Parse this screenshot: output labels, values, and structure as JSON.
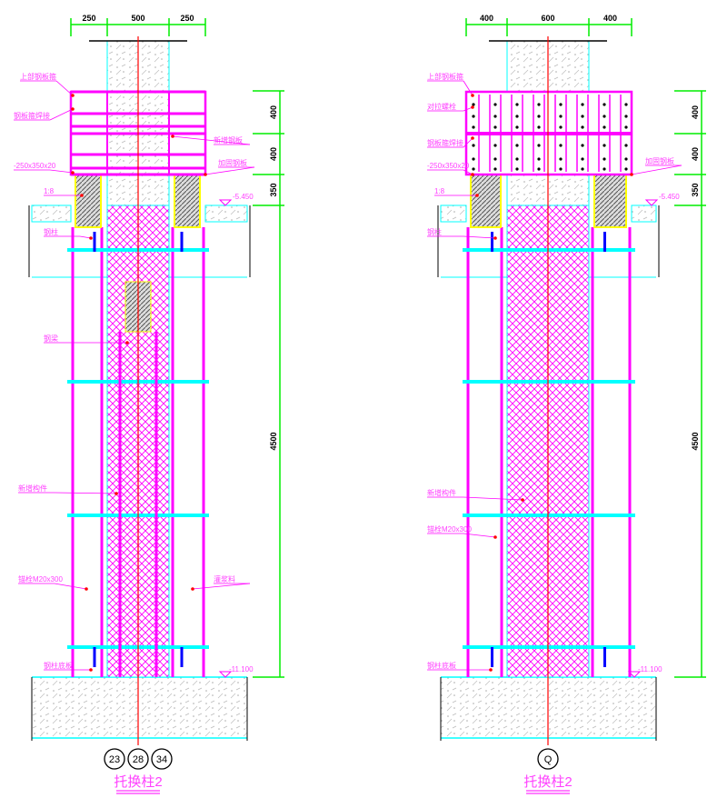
{
  "colors": {
    "magenta": "#ff00ff",
    "cyan": "#00ffff",
    "green": "#00ee00",
    "red": "#ff0000",
    "yellow": "#ffff00",
    "blue": "#0000ff"
  },
  "left": {
    "title": "托换柱2",
    "axis_bubbles": [
      "23",
      "28",
      "34"
    ],
    "dims_top": [
      "250",
      "500",
      "250"
    ],
    "dims_right": [
      "400",
      "400",
      "350",
      "4500"
    ],
    "elev_top": "-5.450",
    "elev_bottom": "-11.100",
    "labels": [
      "上部钢板箍",
      "钢板箍焊接",
      "-250x350x20",
      "1:8",
      "新增钢板",
      "加固钢板",
      "钢柱",
      "钢梁",
      "新增构件",
      "锚栓M20x300",
      "钢柱底板",
      "灌浆料"
    ]
  },
  "right": {
    "title": "托换柱2",
    "axis_bubbles": [
      "Q"
    ],
    "dims_top": [
      "400",
      "600",
      "400"
    ],
    "dims_right": [
      "400",
      "400",
      "350",
      "4500"
    ],
    "elev_top": "-5.450",
    "elev_bottom": "-11.100",
    "labels": [
      "上部钢板箍",
      "对拉螺栓",
      "钢板箍焊接",
      "-250x350x20",
      "1:8",
      "加固钢板",
      "钢柱",
      "新增构件",
      "锚栓M20x300",
      "钢柱底板"
    ]
  }
}
